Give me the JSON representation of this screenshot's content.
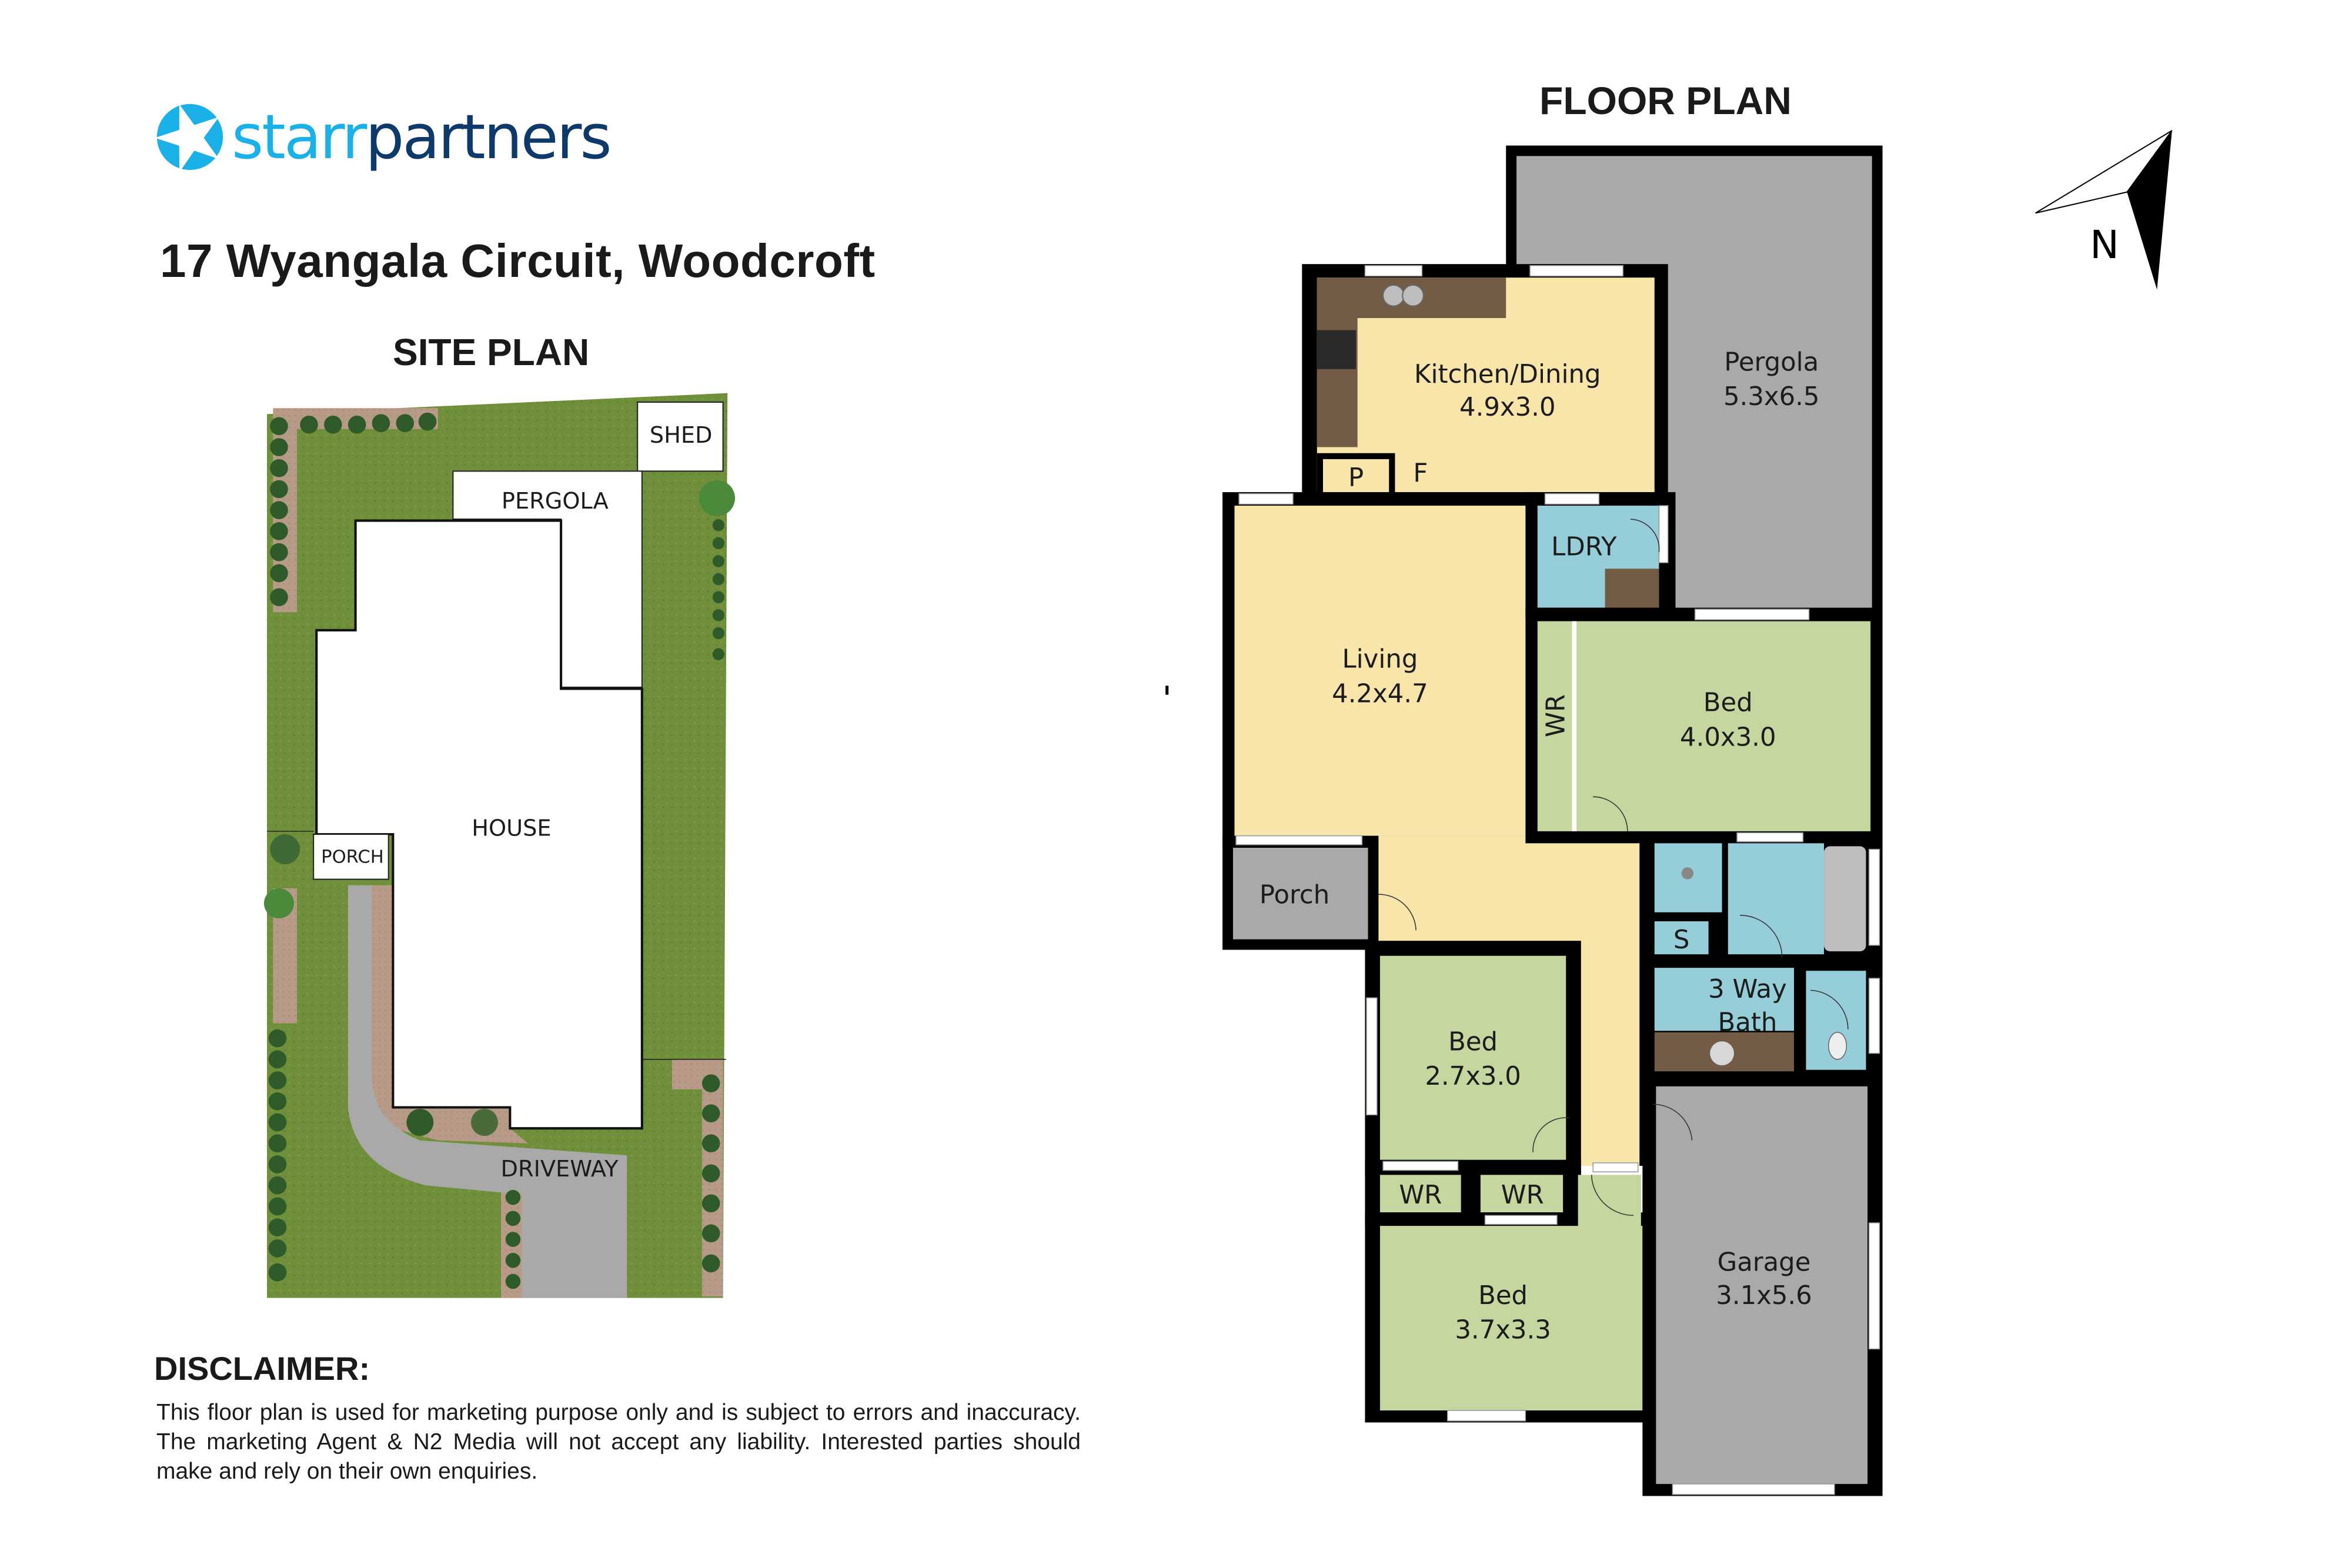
{
  "brand": {
    "logo_part1": "starr",
    "logo_part2": "partners",
    "logo_icon": "star-circle-icon",
    "colors": {
      "light_blue": "#1ab0e8",
      "dark_blue": "#0d3a6b"
    }
  },
  "property": {
    "address": "17 Wyangala Circuit, Woodcroft"
  },
  "site_plan": {
    "title": "SITE PLAN",
    "labels": {
      "shed": "SHED",
      "pergola": "PERGOLA",
      "house": "HOUSE",
      "porch": "PORCH",
      "driveway": "DRIVEWAY"
    },
    "colors": {
      "lawn": "#6f8f3a",
      "path": "#b8998a",
      "driveway": "#a9a9a9",
      "shrub": "#2f5a2a"
    }
  },
  "floor_plan": {
    "title": "FLOOR PLAN",
    "rooms": [
      {
        "id": "kitchen",
        "name": "Kitchen/Dining",
        "size": "4.9x3.0"
      },
      {
        "id": "pergola",
        "name": "Pergola",
        "size": "5.3x6.5"
      },
      {
        "id": "living",
        "name": "Living",
        "size": "4.2x4.7"
      },
      {
        "id": "bed1",
        "name": "Bed",
        "size": "4.0x3.0"
      },
      {
        "id": "porch",
        "name": "Porch",
        "size": ""
      },
      {
        "id": "bed2",
        "name": "Bed",
        "size": "2.7x3.0"
      },
      {
        "id": "bed3",
        "name": "Bed",
        "size": "3.7x3.3"
      },
      {
        "id": "garage",
        "name": "Garage",
        "size": "3.1x5.6"
      },
      {
        "id": "bath",
        "name": "3 Way",
        "size": "Bath"
      }
    ],
    "small_labels": {
      "pantry": "P",
      "fridge": "F",
      "laundry": "LDRY",
      "wardrobe_bed1": "WR",
      "wardrobe_bed2": "WR",
      "wardrobe_bed3": "WR",
      "storage": "S"
    },
    "colors": {
      "living": "#f7e5a9",
      "bedroom": "#c5d69e",
      "wet": "#95cdd9",
      "outdoor": "#a9a9a9",
      "cabinet": "#725c45",
      "wall": "#000000"
    }
  },
  "compass": {
    "label": "N"
  },
  "disclaimer": {
    "title": "DISCLAIMER:",
    "body": "This floor plan is used for marketing purpose only and is subject to errors and inaccuracy. The marketing Agent & N2 Media will not accept any liability. Interested parties should make and rely on their own enquiries."
  }
}
